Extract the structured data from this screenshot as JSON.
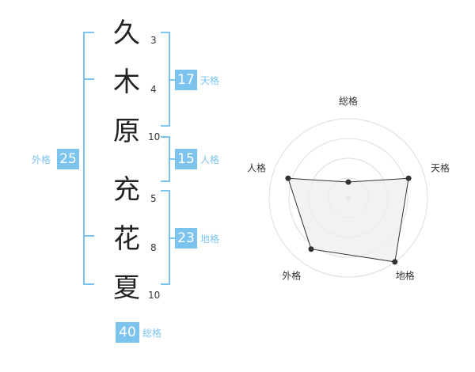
{
  "name_chars": [
    {
      "char": "久",
      "strokes": "3"
    },
    {
      "char": "木",
      "strokes": "4"
    },
    {
      "char": "原",
      "strokes": "10"
    },
    {
      "char": "充",
      "strokes": "5"
    },
    {
      "char": "花",
      "strokes": "8"
    },
    {
      "char": "夏",
      "strokes": "10"
    }
  ],
  "fortune": {
    "tenkaku": {
      "label": "天格",
      "value": "17"
    },
    "jinkaku": {
      "label": "人格",
      "value": "15"
    },
    "chikaku": {
      "label": "地格",
      "value": "23"
    },
    "gaikaku": {
      "label": "外格",
      "value": "25"
    },
    "soukaku": {
      "label": "総格",
      "value": "40"
    }
  },
  "colors": {
    "accent": "#7cc4ee",
    "text": "#222222",
    "radar_fill": "#eeeeee",
    "radar_line": "#333333"
  },
  "chart_data": {
    "type": "radar",
    "categories": [
      "総格",
      "天格",
      "地格",
      "外格",
      "人格"
    ],
    "values": [
      1,
      4,
      5,
      4,
      4
    ],
    "rmax": 5,
    "rings": 4
  }
}
